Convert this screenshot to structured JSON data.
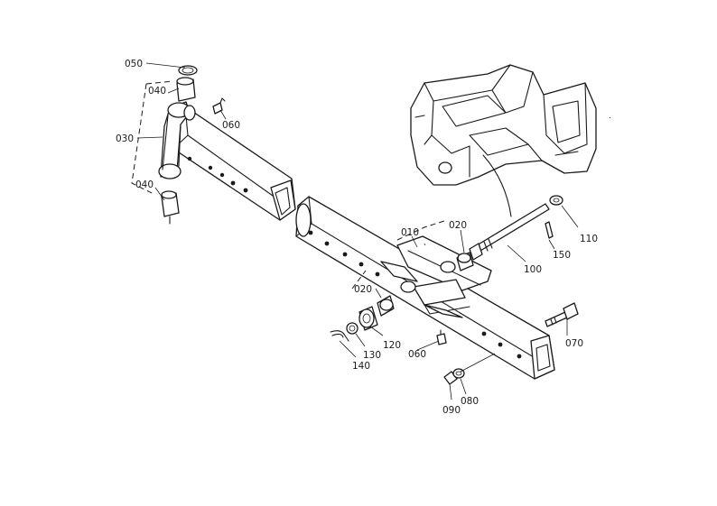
{
  "callouts": {
    "c010": "010",
    "c020a": "020",
    "c020b": "020",
    "c030": "030",
    "c040a": "040",
    "c040b": "040",
    "c050": "050",
    "c060a": "060",
    "c060b": "060",
    "c070": "070",
    "c080": "080",
    "c090": "090",
    "c100": "100",
    "c110": "110",
    "c120": "120",
    "c130": "130",
    "c140": "140",
    "c150": "150"
  }
}
